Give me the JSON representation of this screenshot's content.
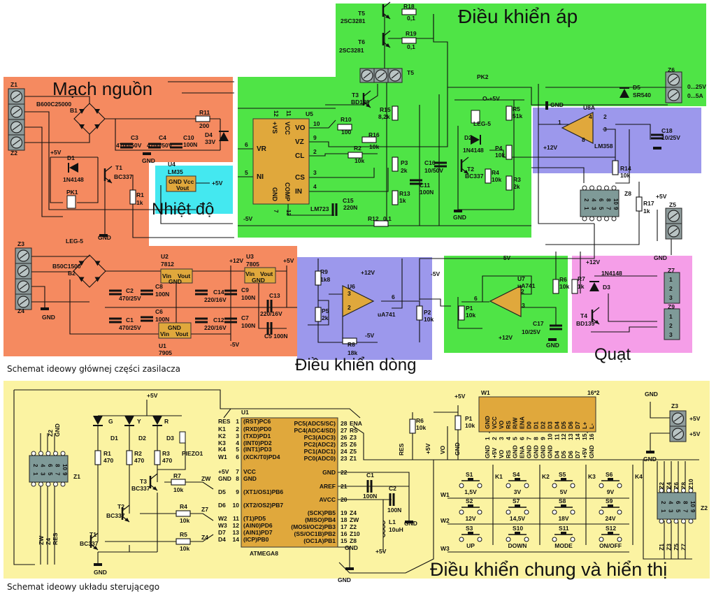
{
  "regions": {
    "power": "Mạch nguồn",
    "voltage": "Điều khiển áp",
    "temperature": "Nhiệt độ",
    "current": "Điều khiển dòng",
    "fan": "Quạt",
    "control": "Điều khiển chung và hiển thị"
  },
  "captions": {
    "main": "Schemat ideowy głównej części zasilacza",
    "control": "Schemat ideowy układu sterującego"
  },
  "colors": {
    "power_bg": "#f58a60",
    "voltage_bg": "#4fe446",
    "current_bg": "#9c98ec",
    "temperature_bg": "#44e8f0",
    "fan_bg": "#f59ee8",
    "control_bg": "#fbf3a2",
    "ic_fill": "#e0a83c",
    "connector_fill": "#7f9a98"
  },
  "regulator_pins": {
    "vin": "Vin",
    "vout": "Vout",
    "gnd": "GND"
  },
  "power": {
    "labels": [
      "Z1",
      "Z2",
      "B600C25000",
      "B1",
      "C3",
      "4700/50V",
      "C4",
      "4700/50V",
      "C10",
      "100N",
      "R11",
      "200",
      "D4",
      "33V",
      "GND",
      "+5V",
      "D1",
      "1N4148",
      "T1",
      "BC337",
      "PK1",
      "R1",
      "1k",
      "LEG-5",
      "GND",
      "Z3",
      "B50C1500",
      "B2",
      "Z4",
      "GND",
      "C2",
      "470/25V",
      "C8",
      "100N",
      "C6",
      "100N",
      "C1",
      "470/25V",
      "U2",
      "7812",
      "+12V",
      "U3",
      "7805",
      "+5V",
      "C14",
      "220/16V",
      "C9",
      "100N",
      "C12",
      "220/16V",
      "C7",
      "100N",
      "C13",
      "220/16V",
      "C5 100N",
      "-5V",
      "U1",
      "7905"
    ]
  },
  "temperature": {
    "labels": [
      "U4",
      "LM35",
      "GND Vcc",
      "Vout",
      "+5V"
    ]
  },
  "voltage": {
    "labels": [
      "T5",
      "2SC3281",
      "R18",
      "0,1",
      "R19",
      "0,1",
      "T6",
      "2SC3281",
      "T5",
      "T3",
      "BD139",
      "U5",
      "R15",
      "8,2k",
      "R10",
      "100",
      "R16",
      "10k",
      "R2",
      "10k",
      "P3",
      "2k",
      "C16",
      "10/50V",
      "C11",
      "100N",
      "R13",
      "1k",
      "C15",
      "220N",
      "LM723",
      "-5V",
      "R12",
      "0,1",
      "PK2",
      "O-+5V",
      "LEG-5",
      "D2",
      "1N4148",
      "T2",
      "BC337",
      "R5",
      "51k",
      "P4",
      "10k",
      "R4",
      "10k",
      "R3",
      "2k",
      "GND"
    ],
    "u5_pins": [
      {
        "name": "VO",
        "num": "10"
      },
      {
        "name": "VZ",
        "num": "9"
      },
      {
        "name": "CL",
        "num": "2"
      },
      {
        "name": "CS",
        "num": "3"
      },
      {
        "name": "IN",
        "num": "4"
      },
      {
        "name": "VR",
        "num": "6"
      },
      {
        "name": "NI",
        "num": "5"
      },
      {
        "name": "+VS",
        "num": "12"
      },
      {
        "name": "VCC",
        "num": "11"
      },
      {
        "name": "GND",
        "num": "7"
      },
      {
        "name": "COMP",
        "num": "13"
      }
    ]
  },
  "output_sense": {
    "labels": [
      "Z6",
      "D5",
      "SR540",
      "0...25V",
      "0...5A",
      "GND",
      "U8A",
      "LM358",
      "+12V",
      "C18",
      "10/25V",
      "R14",
      "10k",
      "Z8",
      "R17",
      "1k",
      "+5V",
      "Z5",
      "GND",
      "1",
      "2",
      "3",
      "8",
      "4"
    ]
  },
  "current": {
    "labels": [
      "R9",
      "1k8",
      "U6",
      "+12V",
      "P5",
      "2k",
      "uA741",
      "-5V",
      "P2",
      "10k",
      "R8",
      "18k",
      "-5V",
      "3",
      "2",
      "6"
    ]
  },
  "amplifier": {
    "labels": [
      "-5V",
      "U7",
      "uA741",
      "P1",
      "10k",
      "6",
      "2",
      "3",
      "R6",
      "10k",
      "C17",
      "10/25V",
      "GND",
      "+12V"
    ]
  },
  "fan": {
    "labels": [
      "+12V",
      "1N4148",
      "R7",
      "1k",
      "D3",
      "T4",
      "BD139",
      "Z7",
      "1",
      "2",
      "3",
      "Z9",
      "1",
      "2",
      "3"
    ]
  },
  "connector_pins": {
    "top": [
      "2",
      "4",
      "6",
      "8",
      "10"
    ],
    "bottom": [
      "1",
      "3",
      "5",
      "7",
      "9"
    ]
  },
  "control": {
    "labels": [
      "Z1",
      "Z2",
      "GND",
      "ZW",
      "Z4",
      "RES",
      "+5V",
      "G",
      "D1",
      "Y",
      "D2",
      "R",
      "D3",
      "PIEZO1",
      "R1",
      "470",
      "R2",
      "470",
      "R3",
      "470",
      "T3",
      "BC337",
      "R7",
      "10k",
      "ZW",
      "T2",
      "BC337",
      "R4",
      "10k",
      "Z7",
      "T1",
      "BC337",
      "R5",
      "10k",
      "Z4",
      "GND",
      "U1",
      "ATMEGA8",
      "C1",
      "100N",
      "C2",
      "100N",
      "GND",
      "L1",
      "10uH",
      "+5V",
      "GND",
      "R6",
      "10k",
      "RES",
      "+5V",
      "P1",
      "10k",
      "+5V",
      "VO",
      "GND",
      "W1",
      "16*2",
      "Z3",
      "+5V",
      "+5V",
      "GND",
      "GND",
      "Z2"
    ],
    "mcu_left": [
      {
        "net": "RES",
        "num": "1",
        "name": "(RST)PC6"
      },
      {
        "net": "K1",
        "num": "2",
        "name": "(RXD)PD0"
      },
      {
        "net": "K2",
        "num": "3",
        "name": "(TXD)PD1"
      },
      {
        "net": "K3",
        "num": "4",
        "name": "(INT0)PD2"
      },
      {
        "net": "K4",
        "num": "5",
        "name": "(INT1)PD3"
      },
      {
        "net": "W1",
        "num": "6",
        "name": "(XCK/T0)PD4"
      },
      {
        "net": "+5V",
        "num": "7",
        "name": "VCC"
      },
      {
        "net": "GND",
        "num": "8",
        "name": "GND"
      },
      {
        "net": "D5",
        "num": "9",
        "name": "(XT1/OS1)PB6"
      },
      {
        "net": "D6",
        "num": "10",
        "name": "(XT2/OS2)PB7"
      },
      {
        "net": "W2",
        "num": "11",
        "name": "(T1)PD5"
      },
      {
        "net": "W3",
        "num": "12",
        "name": "(AIN0)PD6"
      },
      {
        "net": "D7",
        "num": "13",
        "name": "(AIN1)PD7"
      },
      {
        "net": "D4",
        "num": "14",
        "name": "(ICP)PB0"
      }
    ],
    "mcu_right": [
      {
        "net": "ENA",
        "num": "28",
        "name": "PC5(ADC5/SC)"
      },
      {
        "net": "RS",
        "num": "27",
        "name": "PC4(ADC4/SD)"
      },
      {
        "net": "Z3",
        "num": "26",
        "name": "PC3(ADC3)"
      },
      {
        "net": "Z6",
        "num": "25",
        "name": "PC2(ADC2)"
      },
      {
        "net": "Z5",
        "num": "24",
        "name": "PC1(ADC1)"
      },
      {
        "net": "Z1",
        "num": "23",
        "name": "PC0(ADC0)"
      },
      {
        "net": "",
        "num": "22",
        "name": "GND"
      },
      {
        "net": "",
        "num": "21",
        "name": "AREF"
      },
      {
        "net": "",
        "num": "20",
        "name": "AVCC"
      },
      {
        "net": "Z4",
        "num": "19",
        "name": "(SCK)PB5"
      },
      {
        "net": "ZW",
        "num": "18",
        "name": "(MISO)PB4"
      },
      {
        "net": "Z2",
        "num": "17",
        "name": "(MOSI/OC2)PB3"
      },
      {
        "net": "Z10",
        "num": "16",
        "name": "(SS/OC1B)PB2"
      },
      {
        "net": "Z8",
        "num": "15",
        "name": "(OC1A)PB1"
      },
      {
        "net": "GND",
        "num": "",
        "name": ""
      }
    ],
    "lcd_pins": [
      {
        "name": "GND",
        "num": "1",
        "net": "GND"
      },
      {
        "name": "VCC",
        "num": "2",
        "net": "+5V"
      },
      {
        "name": "VO",
        "num": "3",
        "net": "VO"
      },
      {
        "name": "RS",
        "num": "4",
        "net": "RS"
      },
      {
        "name": "R/W",
        "num": "5",
        "net": "GND"
      },
      {
        "name": "ENA",
        "num": "6",
        "net": "ENA"
      },
      {
        "name": "D0",
        "num": "7",
        "net": "GND"
      },
      {
        "name": "D1",
        "num": "8",
        "net": "GND"
      },
      {
        "name": "D2",
        "num": "9",
        "net": "GND"
      },
      {
        "name": "D3",
        "num": "10",
        "net": "GND"
      },
      {
        "name": "D4",
        "num": "11",
        "net": "D4"
      },
      {
        "name": "D5",
        "num": "12",
        "net": "D5"
      },
      {
        "name": "D6",
        "num": "13",
        "net": "D6"
      },
      {
        "name": "D7",
        "num": "14",
        "net": "D7"
      },
      {
        "name": "L+",
        "num": "15",
        "net": "+5V"
      },
      {
        "name": "L-",
        "num": "16",
        "net": "GND"
      }
    ],
    "switches": [
      {
        "ref": "S1",
        "label": "1,5V"
      },
      {
        "ref": "S4",
        "label": "3V"
      },
      {
        "ref": "S5",
        "label": "5V"
      },
      {
        "ref": "S6",
        "label": "9V"
      },
      {
        "ref": "S2",
        "label": "12V"
      },
      {
        "ref": "S7",
        "label": "14,5V"
      },
      {
        "ref": "S8",
        "label": "18V"
      },
      {
        "ref": "S9",
        "label": "24V"
      },
      {
        "ref": "S3",
        "label": "UP"
      },
      {
        "ref": "S10",
        "label": "DOWN"
      },
      {
        "ref": "S11",
        "label": "MODE"
      },
      {
        "ref": "S12",
        "label": "ON/OFF"
      }
    ],
    "columns": [
      "K1",
      "K2",
      "K3",
      "K4"
    ],
    "rows": [
      "W1",
      "W2",
      "W3"
    ],
    "z2_top": [
      "Z2",
      "Z4",
      "Z6",
      "Z8",
      "Z10"
    ],
    "z2_bottom": [
      "Z1",
      "Z3",
      "Z5",
      "Z7"
    ]
  }
}
